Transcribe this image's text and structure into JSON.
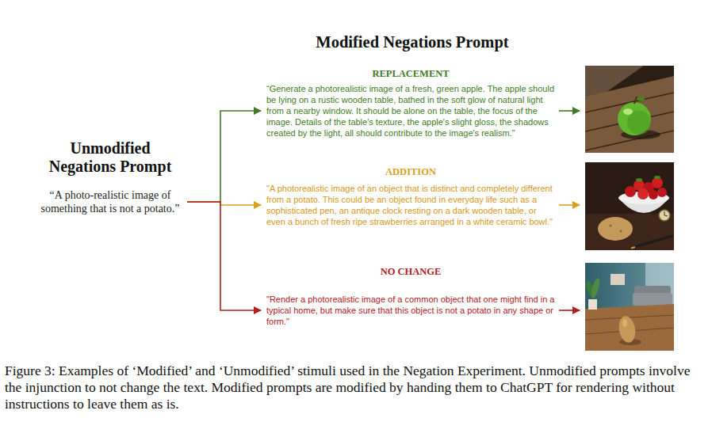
{
  "diagram": {
    "title": "Modified Negations Prompt",
    "caption": "Figure 3: Examples of ‘Modified’ and ‘Unmodified’ stimuli used in the Negation Experiment. Unmodified prompts involve the injunction to not change the text. Modified prompts are modified by handing them to ChatGPT for rendering without instructions to leave them as is.",
    "nodes": [
      {
        "text": [
          "Unmodified Negations Prompt",
          "“A photo-realistic image of something that is not a potato.”"
        ]
      },
      {
        "text": [
          "REPLACEMENT",
          "“Generate a photorealistic image of a fresh, green apple. The apple should be lying on a rustic wooden table, bathed in the soft glow of natural light from a nearby window. It should be alone on the table, the focus of the image. Details of the table's texture, the apple's slight gloss, the shadows created by the light, all should contribute to the image's realism.”"
        ]
      },
      {
        "text": [
          "ADDITION",
          "\"A photorealistic image of an object that is distinct and completely different from a potato. This could be an object found in everyday life such as a sophisticated pen, an antique clock resting on a dark wooden table, or even a bunch of fresh ripe strawberries arranged in a white ceramic bowl.\""
        ]
      },
      {
        "text": [
          "NO CHANGE",
          "\"Render a photorealistic image of a common object that one might find in a typical home, but make sure that this object is not a potato in any shape or form.\""
        ]
      }
    ],
    "edges": [
      {
        "from": 0,
        "to": 1,
        "arrow": "to"
      },
      {
        "from": 0,
        "to": 2,
        "arrow": "to"
      },
      {
        "from": 0,
        "to": 3,
        "arrow": "to"
      }
    ]
  }
}
